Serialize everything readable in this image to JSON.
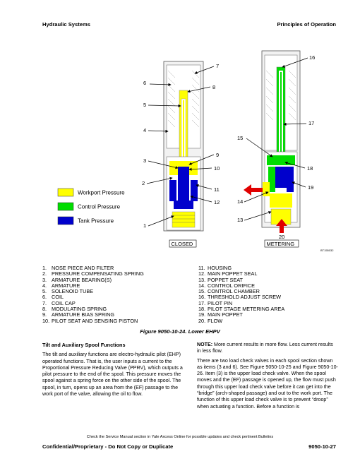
{
  "header": {
    "left": "Hydraulic Systems",
    "right": "Principles of Operation"
  },
  "legend": [
    {
      "label": "Workport Pressure",
      "color": "#ffff00"
    },
    {
      "label": "Control Pressure",
      "color": "#00dd00"
    },
    {
      "label": "Tank Pressure",
      "color": "#0000cc"
    }
  ],
  "figure": {
    "left_callouts": [
      "7",
      "6",
      "8",
      "5",
      "4",
      "9",
      "3",
      "10",
      "2",
      "11",
      "12",
      "1"
    ],
    "right_callouts": [
      "16",
      "17",
      "15",
      "18",
      "19",
      "14",
      "13",
      "20"
    ],
    "left_state": "CLOSED",
    "right_state": "METERING",
    "image_code": "BT155032",
    "caption": "Figure 9050-10-24. Lower EHPV"
  },
  "parts_left": [
    {
      "n": "1.",
      "t": "NOSE PIECE AND FILTER"
    },
    {
      "n": "2.",
      "t": "PRESSURE COMPENSATING SPRING"
    },
    {
      "n": "3.",
      "t": "ARMATURE BEARING(S)"
    },
    {
      "n": "4.",
      "t": "ARMATURE"
    },
    {
      "n": "5.",
      "t": "SOLENOID TUBE"
    },
    {
      "n": "6.",
      "t": "COIL"
    },
    {
      "n": "7.",
      "t": "COIL CAP"
    },
    {
      "n": "8.",
      "t": "MODULATING SPRING"
    },
    {
      "n": "9.",
      "t": "ARMATURE BIAS SPRING"
    },
    {
      "n": "10.",
      "t": "PILOT SEAT AND SENSING PISTON"
    }
  ],
  "parts_right": [
    {
      "n": "11.",
      "t": "HOUSING"
    },
    {
      "n": "12.",
      "t": "MAIN POPPET SEAL"
    },
    {
      "n": "13.",
      "t": "POPPET SEAT"
    },
    {
      "n": "14.",
      "t": "CONTROL ORIFICE"
    },
    {
      "n": "15.",
      "t": "CONTROL CHAMBER"
    },
    {
      "n": "16.",
      "t": "THRESHOLD ADJUST SCREW"
    },
    {
      "n": "17.",
      "t": "PILOT PIN"
    },
    {
      "n": "18.",
      "t": "PILOT STAGE METERING AREA"
    },
    {
      "n": "19.",
      "t": "MAIN POPPET"
    },
    {
      "n": "20.",
      "t": "FLOW"
    }
  ],
  "body": {
    "section_title": "Tilt and Auxiliary Spool Functions",
    "left_para": "The tilt and auxiliary functions are electro-hydraulic pilot (EHP) operated functions. That is, the user inputs a current to the Proportional Pressure Reducing Valve (PPRV), which outputs a pilot pressure to the end of the spool. This pressure moves the spool against a spring force on the other side of the spool. The spool, in turn, opens up an area from the (EF) passage to the work port of the valve, allowing the oil to flow.",
    "note_label": "NOTE:",
    "note_text": " More current results in more flow. Less current results in less flow.",
    "right_para": "There are two load check valves in each spool section shown as items (3 and 6). See Figure 9050-10-25 and Figure 9050-10-26. Item (3) is the upper load check valve. When the spool moves and the (EF) passage is opened up, the flow must push through this upper load check valve before it can get into the “bridge” (arch-shaped passage) and out to the work port. The function of this upper load check valve is to prevent “droop” when actuating a function. Before a function is"
  },
  "footer": {
    "notice": "Check the Service Manual section in Yale Axcess Online for possible updates and check pertinent Bulletins",
    "confidential": "Confidential/Proprietary - Do Not Copy or Duplicate",
    "page": "9050-10-27"
  }
}
